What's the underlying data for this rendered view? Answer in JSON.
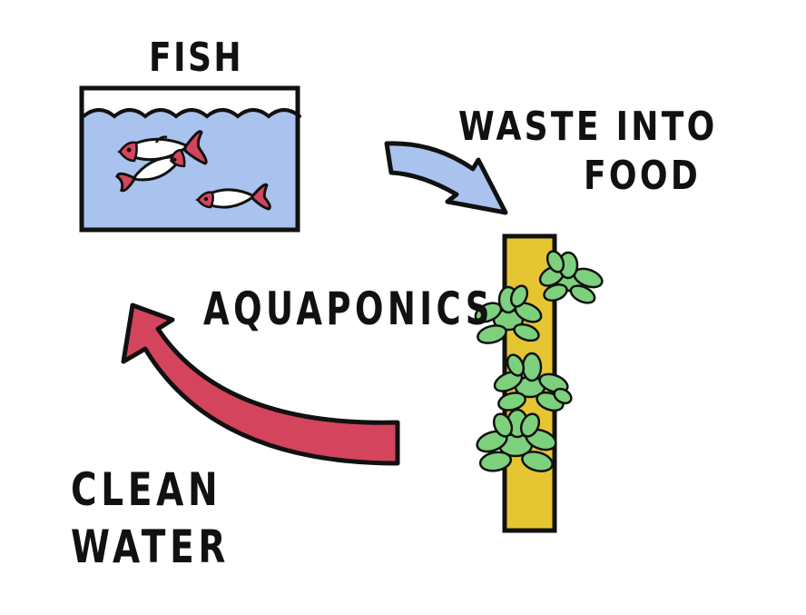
{
  "labels": {
    "fish": "FISH",
    "waste_into": "WASTE INTO",
    "food": "FOOD",
    "center": "AQUAPONICS",
    "clean": "CLEAN",
    "water": "WATER"
  },
  "colors": {
    "tank_water": "#a9c3ee",
    "fish_body": "#ffffff",
    "fish_accent": "#d4455d",
    "arrow_blue": "#a9c3ee",
    "arrow_red": "#d4455d",
    "tower": "#e6c532",
    "plant": "#7dd17d",
    "ink": "#111111"
  }
}
